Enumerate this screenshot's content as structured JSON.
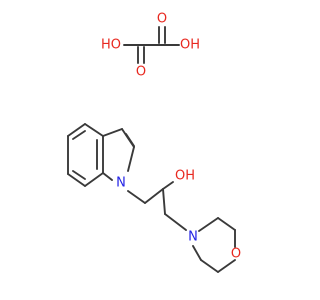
{
  "colors": {
    "bond": "#3a3a3a",
    "oxygen": "#e8281f",
    "nitrogen": "#2323e6"
  },
  "oxalic_acid": {
    "o1_label": "O",
    "o2_label": "O",
    "oh1_label": "HO",
    "oh2_label": "OH"
  },
  "main_molecule": {
    "indole_n_label": "N",
    "hydroxyl_label": "OH",
    "morpholine_n_label": "N",
    "morpholine_o_label": "O"
  }
}
